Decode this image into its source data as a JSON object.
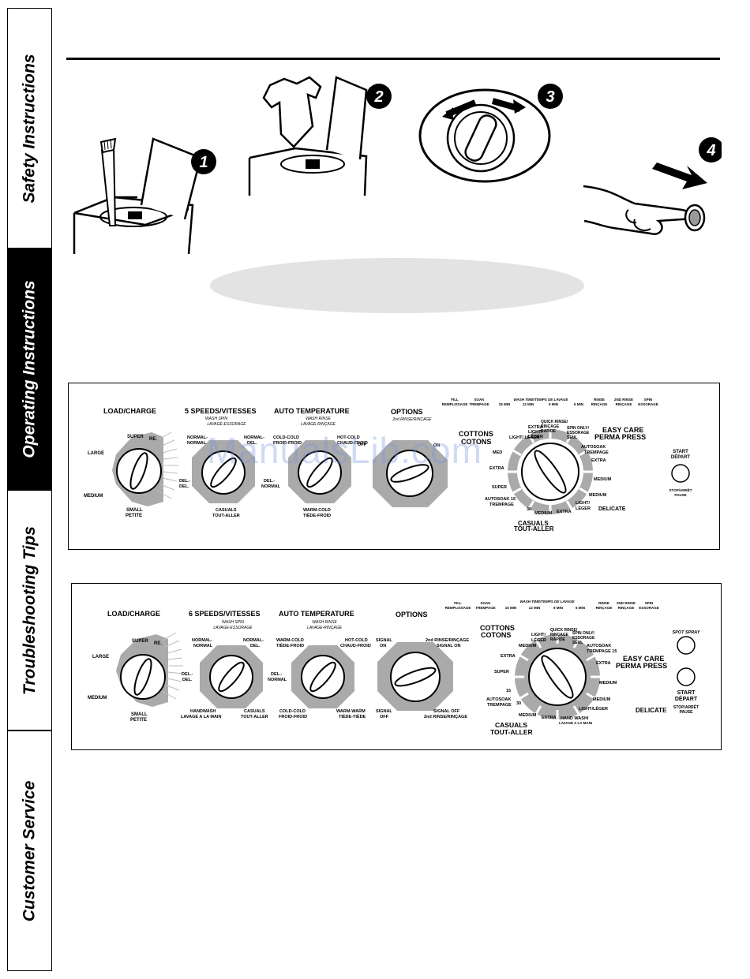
{
  "tabs": [
    "Safety Instructions",
    "Operating Instructions",
    "Troubleshooting Tips",
    "Customer Service"
  ],
  "steps": [
    "1",
    "2",
    "3",
    "4"
  ],
  "watermark": "ManualsLib.com",
  "panel1": {
    "load": "LOAD/CHARGE",
    "load_super": "SUPER",
    "load_re": "RE.",
    "load_large": "LARGE",
    "load_medium": "MEDIUM",
    "load_small": "SMALL",
    "load_petite": "PETITE",
    "speeds": "5 SPEEDS/VITESSES",
    "speeds_sub1": "WASH SPIN",
    "speeds_sub2": "LAVAGE-ESSORAGE",
    "sp_normal_normal_1": "NORMAL-",
    "sp_normal_normal_2": "NORMAL",
    "sp_normal_del_1": "NORMAL-",
    "sp_normal_del_2": "DEL.",
    "sp_deldel_1": "DEL.-",
    "sp_deldel_2": "DEL.",
    "sp_delnormal_1": "DEL.-",
    "sp_delnormal_2": "NORMAL",
    "sp_casuals": "CASUALS",
    "sp_toutaller": "TOUT-ALLER",
    "temp": "AUTO TEMPERATURE",
    "temp_sub1": "WASH RINSE",
    "temp_sub2": "LAVAGE-RINÇAGE",
    "t_coldcold": "COLD-COLD",
    "t_froidfroid": "FROID-FROID",
    "t_hotcold": "HOT-COLD",
    "t_chaudfroid": "CHAUD-FROID",
    "t_warmcold": "WARM-COLD",
    "t_tiedefroid": "TIÈDE-FROID",
    "options": "OPTIONS",
    "options_sub": "2nd RINSE/RINÇAGE",
    "opt_off": "OFF",
    "opt_on": "ON",
    "cycle_top": [
      "FILL",
      "REMPLISSAGE",
      "SOAK",
      "TREMPAGE",
      "WASH TIME/TEMPS DE LAVAGE",
      "15 MIN",
      "12 MIN",
      "9 MIN",
      "6 MIN",
      "RINSE",
      "RINÇAGE",
      "2ND RINSE",
      "RINÇAGE",
      "SPIN",
      "ESSORAGE"
    ],
    "cottons": "COTTONS",
    "cotons": "COTONS",
    "light_leger": "LIGHT/\nLÉGER",
    "quick_1": "QUICK RINSE/",
    "quick_2": "RINÇAGE",
    "quick_3": "RAPIDE",
    "extra_light_1": "EXTRA",
    "extra_light_2": "LIGHT/",
    "extra_light_3": "LÉGER",
    "spin_only_1": "SPIN ONLY/",
    "spin_only_2": "ESSORAGE",
    "spin_only_3": "SEUL",
    "easy_care": "EASY CARE",
    "perma_press": "PERMA PRESS",
    "autosoak_r1": "AUTOSOAK",
    "autosoak_r2": "TREMPAGE",
    "extra": "EXTRA",
    "medium": "MEDIUM",
    "super": "SUPER",
    "autosoak_l1": "AUTOSOAK 15",
    "autosoak_l2": "TREMPAGE",
    "num30": "30",
    "light_leger2_1": "LIGHT/",
    "light_leger2_2": "LÉGER",
    "delicate": "DELICATE",
    "casuals": "CASUALS",
    "tout_aller": "TOUT-ALLER",
    "start": "START",
    "depart": "DÉPART",
    "stop_1": "STOP/ARRÊT",
    "stop_2": "PAUSE",
    "med_short": "MED"
  },
  "panel2": {
    "load": "LOAD/CHARGE",
    "load_super": "SUPER",
    "load_re": "RE.",
    "load_large": "LARGE",
    "load_medium": "MEDIUM",
    "load_small": "SMALL",
    "load_petite": "PETITE",
    "speeds": "6 SPEEDS/VITESSES",
    "speeds_sub1": "WASH SPIN",
    "speeds_sub2": "LAVAGE-ESSORAGE",
    "sp_nn_1": "NORMAL-",
    "sp_nn_2": "NORMAL",
    "sp_nd_1": "NORMAL-",
    "sp_nd_2": "DEL.",
    "sp_dd_1": "DEL.-",
    "sp_dd_2": "DEL.",
    "sp_dn_1": "DEL.-",
    "sp_dn_2": "NORMAL",
    "sp_hand_1": "HANDWASH",
    "sp_hand_2": "LAVAGE A LA MAIN",
    "sp_cas_1": "CASUALS",
    "sp_cas_2": "TOUT-ALLER",
    "temp": "AUTO TEMPERATURE",
    "temp_sub1": "WASH RINSE",
    "temp_sub2": "LAVAGE-RINÇAGE",
    "t_wc_1": "WARM-COLD",
    "t_wc_2": "TIÈDE-FROID",
    "t_hc_1": "HOT-COLD",
    "t_hc_2": "CHAUD-FROID",
    "t_cc_1": "COLD-COLD",
    "t_cc_2": "FROID-FROID",
    "t_ww_1": "WARM-WARM",
    "t_ww_2": "TIÈDE-TIÈDE",
    "options": "OPTIONS",
    "o_son_1": "SIGNAL",
    "o_son_2": "ON",
    "o_2r_1": "2nd RINSE/RINÇAGE",
    "o_2r_2": "SIGNAL ON",
    "o_soff_1": "SIGNAL",
    "o_soff_2": "OFF",
    "o_2roff_1": "SIGNAL OFF",
    "o_2roff_2": "2nd RINSE/RINÇAGE",
    "cycle_top": [
      "FILL",
      "REMPLISSAGE",
      "SOAK",
      "TREMPAGE",
      "WASH TIME/TEMPS DE LAVAGE",
      "15 MIN",
      "12 MIN",
      "9 MIN",
      "6 MIN",
      "RINSE",
      "RINÇAGE",
      "2ND RINSE",
      "RINÇAGE",
      "SPIN",
      "ESSORAGE"
    ],
    "cottons": "COTTONS",
    "cotons": "COTONS",
    "light_1": "LIGHT/",
    "light_2": "LÉGER",
    "quick_1": "QUICK RINSE/",
    "quick_2": "RINÇAGE",
    "quick_3": "RAPIDE",
    "spin_only_1": "SPIN ONLY/",
    "spin_only_2": "ESSORAGE",
    "spin_only_3": "SEUL",
    "autosoak_r1": "AUTOSOAK",
    "autosoak_r2": "TREMPAGE 15",
    "easy_care": "EASY CARE",
    "perma_press": "PERMA PRESS",
    "extra": "EXTRA",
    "medium": "MEDIUM",
    "super": "SUPER",
    "num15": "15",
    "num30": "30",
    "autosoak_l1": "AUTOSOAK",
    "autosoak_l2": "TREMPAGE",
    "hand_1": "HAND WASH/",
    "hand_2": "LAVAGE A LA MAIN",
    "light_leger_r": "LIGHT/LÉGER",
    "delicate": "DELICATE",
    "casuals": "CASUALS",
    "tout_aller": "TOUT-ALLER",
    "spot_spray": "SPOT SPRAY",
    "start": "START",
    "depart": "DÉPART",
    "stop_1": "STOP/ARRÊT",
    "stop_2": "PAUSE"
  }
}
